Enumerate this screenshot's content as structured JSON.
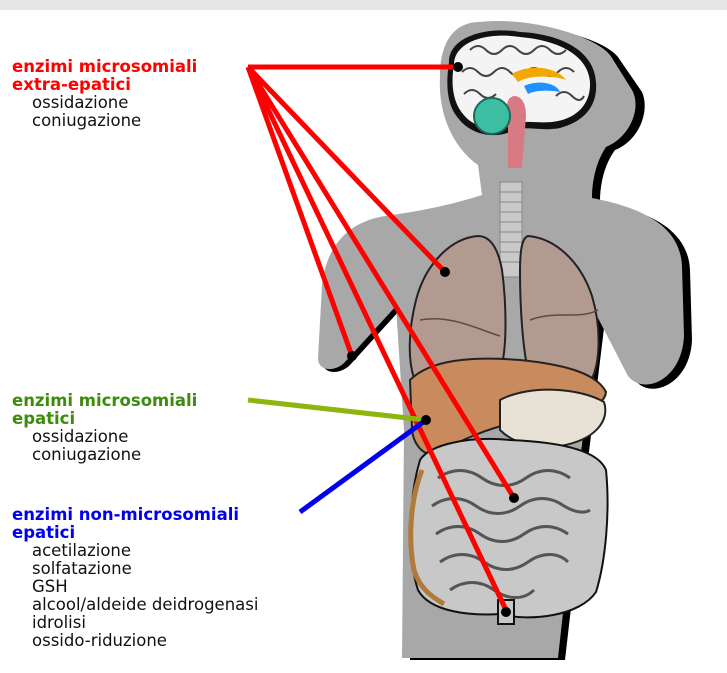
{
  "groups": [
    {
      "heading": [
        "enzimi microsomiali",
        "extra-epatici"
      ],
      "color": "#ff0000",
      "items": [
        "ossidazione",
        "coniugazione"
      ]
    },
    {
      "heading": [
        "enzimi microsomiali",
        "epatici"
      ],
      "color": "#3d8c0c",
      "items": [
        "ossidazione",
        "coniugazione"
      ]
    },
    {
      "heading": [
        "enzimi non-microsomiali",
        "epatici"
      ],
      "color": "#0000ee",
      "items": [
        "acetilazione",
        "solfatazione",
        "GSH",
        "alcool/aldeide deidrogenasi",
        "idrolisi",
        "ossido-riduzione"
      ]
    }
  ],
  "colors": {
    "body_fill": "#a8a8a8",
    "shadow": "#000000",
    "lungs": "#b39a90",
    "liver": "#c98a5e",
    "intestine": "#dcdcdc",
    "brain": "#f4f4f4",
    "red_line": "#ff0000",
    "green_line": "#8db60c",
    "blue_line": "#0000ee"
  }
}
